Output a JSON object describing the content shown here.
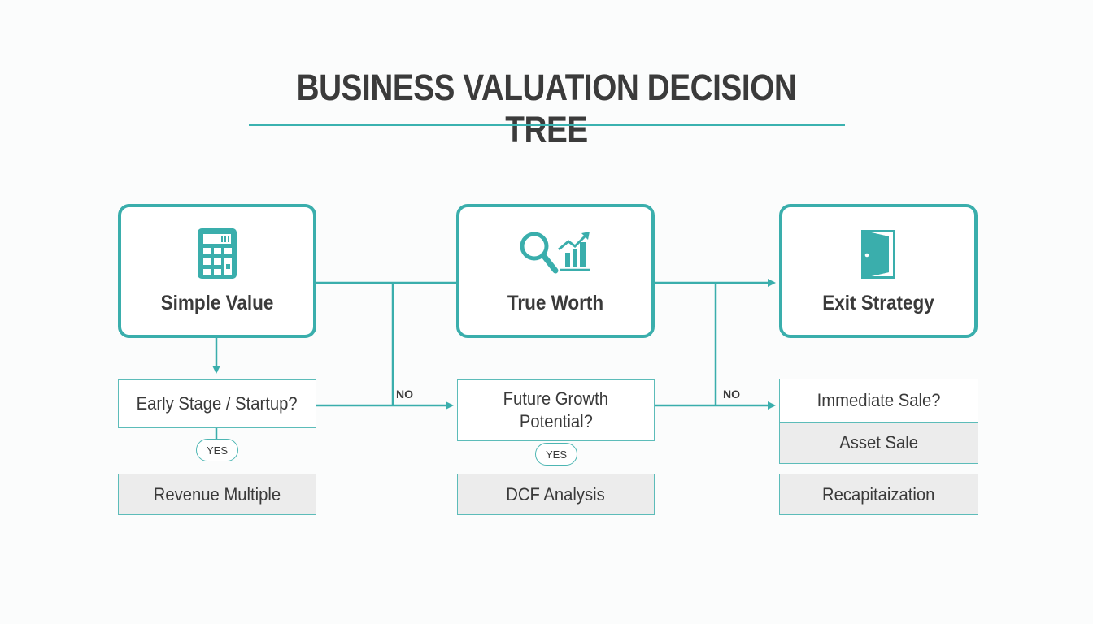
{
  "title": "BUSINESS VALUATION DECISION TREE",
  "colors": {
    "accent": "#3aaeac",
    "text": "#3a3a3a",
    "result_fill": "#ececec",
    "background": "#fbfcfc"
  },
  "nodes": {
    "simple_value": {
      "label": "Simple Value",
      "icon": "calculator-icon"
    },
    "true_worth": {
      "label": "True Worth",
      "icon": "magnifier-chart-icon"
    },
    "exit_strategy": {
      "label": "Exit Strategy",
      "icon": "open-door-icon"
    }
  },
  "questions": {
    "early_stage": "Early Stage / Startup?",
    "future_growth_line1": "Future Growth",
    "future_growth_line2": "Potential?",
    "immediate_sale": "Immediate Sale?"
  },
  "results": {
    "revenue_multiple": "Revenue Multiple",
    "dcf_analysis": "DCF Analysis",
    "asset_sale": "Asset Sale",
    "recapitalization": "Recapitaization"
  },
  "branch_labels": {
    "yes": "YES",
    "no": "NO"
  }
}
